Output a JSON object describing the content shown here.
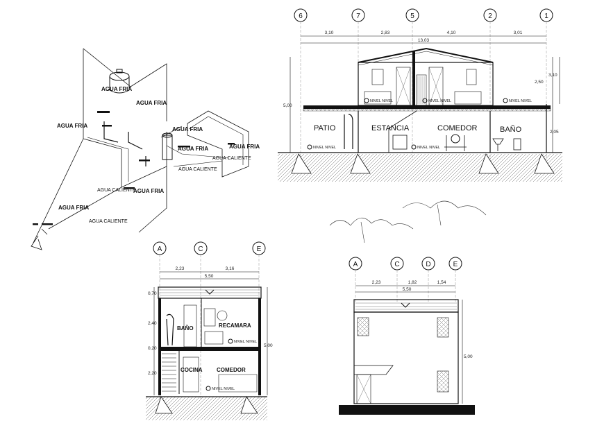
{
  "isometric": {
    "labels": [
      {
        "id": "af1",
        "text": "AGUA FRIA"
      },
      {
        "id": "af2",
        "text": "AGUA FRIA"
      },
      {
        "id": "af3",
        "text": "AGUA FRIA"
      },
      {
        "id": "af4",
        "text": "AGUA FRIA"
      },
      {
        "id": "af5",
        "text": "AGUA FRIA"
      },
      {
        "id": "af6",
        "text": "AGUA FRIA"
      },
      {
        "id": "af7",
        "text": "AGUA FRIA"
      },
      {
        "id": "af8",
        "text": "AGUA FRIA"
      },
      {
        "id": "ac1",
        "text": "AGUA CALIENTE"
      },
      {
        "id": "ac2",
        "text": "AGUA CALIENTE"
      },
      {
        "id": "ac3",
        "text": "AGUA CALIENTE"
      },
      {
        "id": "ac4",
        "text": "AGUA CALIENTE"
      }
    ]
  },
  "section_long": {
    "axes": [
      "6",
      "7",
      "5",
      "2",
      "1"
    ],
    "dims": [
      "3,10",
      "2,83",
      "4,10",
      "3,01"
    ],
    "total": "13,03",
    "rooms": {
      "patio": "PATIO",
      "estancia": "ESTANCIA",
      "comedor": "COMEDOR",
      "bano": "BAÑO"
    },
    "levels": {
      "l1": "NIVEL NIVEL",
      "l2": "NIVEL NIVEL",
      "l3": "NIVEL NIVEL",
      "l4": "NIVEL NIVEL",
      "l5": "NIVEL NIVEL"
    },
    "heights": {
      "total": "5,00",
      "upper": "2,50",
      "roof": "3,10",
      "lower": "2,05"
    }
  },
  "section_cross": {
    "axes": [
      "A",
      "C",
      "E"
    ],
    "dims": [
      "2,23",
      "3,16"
    ],
    "total": "5,50",
    "rooms": {
      "bano": "BAÑO",
      "recamara": "RECAMARA",
      "cocina": "COCINA",
      "comedor": "COMEDOR"
    },
    "levels": {
      "l1": "NIVEL NIVEL",
      "l2": "NIVEL NIVEL"
    },
    "heights": {
      "h1": "0,70",
      "h2": "2,40",
      "h3": "0,20",
      "h4": "2,20",
      "total": "5,00"
    }
  },
  "elevation": {
    "axes": [
      "A",
      "C",
      "D",
      "E"
    ],
    "dims": [
      "2,23",
      "1,82",
      "1,54"
    ],
    "total": "5,50",
    "height": "5,00"
  }
}
